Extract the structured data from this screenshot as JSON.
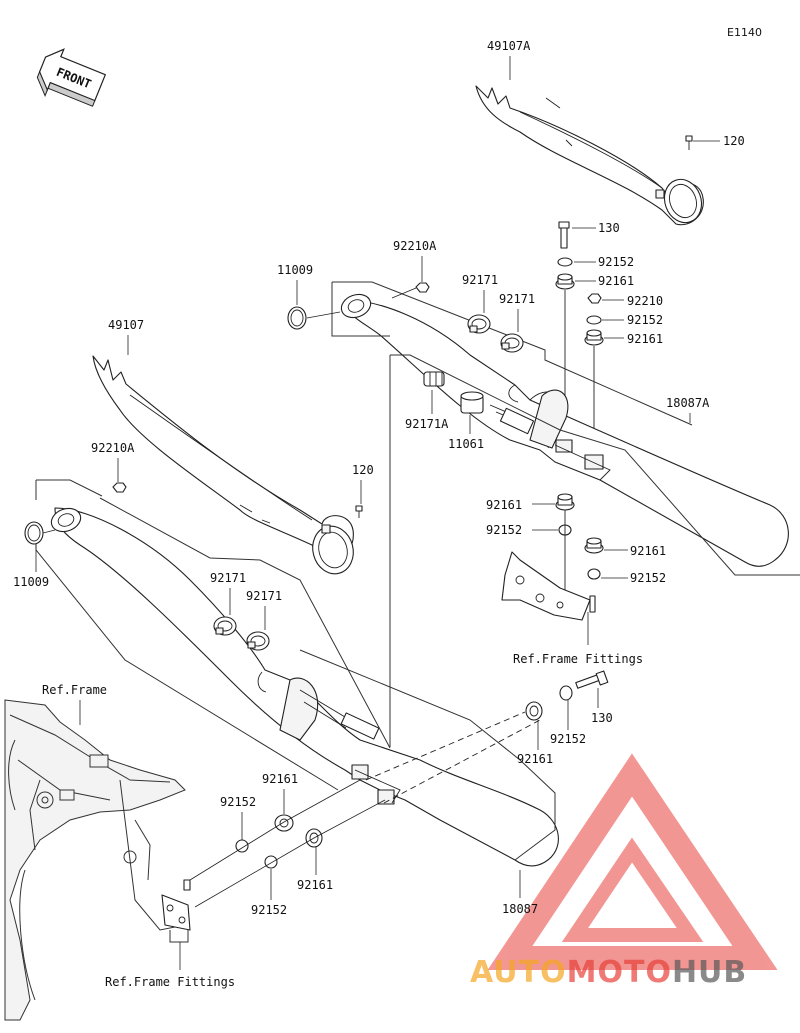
{
  "diagram_code": "E1140",
  "front_label": "FRONT",
  "watermark": {
    "part1": "AUTO",
    "part2": "MOTO",
    "part3": "HUB",
    "color_red": "#e8413c",
    "color_orange": "#f5a623",
    "color_dark": "#5a5a5a"
  },
  "labels": {
    "p49107A": "49107A",
    "p120_top": "120",
    "p130_top": "130",
    "p92152_a": "92152",
    "p92161_a": "92161",
    "p92210": "92210",
    "p92152_b": "92152",
    "p92161_b": "92161",
    "p92210A_top": "92210A",
    "p11009_top": "11009",
    "p92171_a": "92171",
    "p92171_b": "92171",
    "p92171A": "92171A",
    "p11061": "11061",
    "p18087A": "18087A",
    "p92161_c": "92161",
    "p92152_c": "92152",
    "p92161_d": "92161",
    "p92152_d": "92152",
    "p49107": "49107",
    "p92210A_left": "92210A",
    "p120_mid": "120",
    "p11009_left": "11009",
    "p92171_c": "92171",
    "p92171_d": "92171",
    "ref_frame_fittings_mid": "Ref.Frame Fittings",
    "p130_mid": "130",
    "p92152_e": "92152",
    "p92161_e": "92161",
    "ref_frame": "Ref.Frame",
    "p92161_f": "92161",
    "p92152_f": "92152",
    "p92152_g": "92152",
    "p92161_g": "92161",
    "p18087": "18087",
    "ref_frame_fittings_bottom": "Ref.Frame Fittings"
  }
}
